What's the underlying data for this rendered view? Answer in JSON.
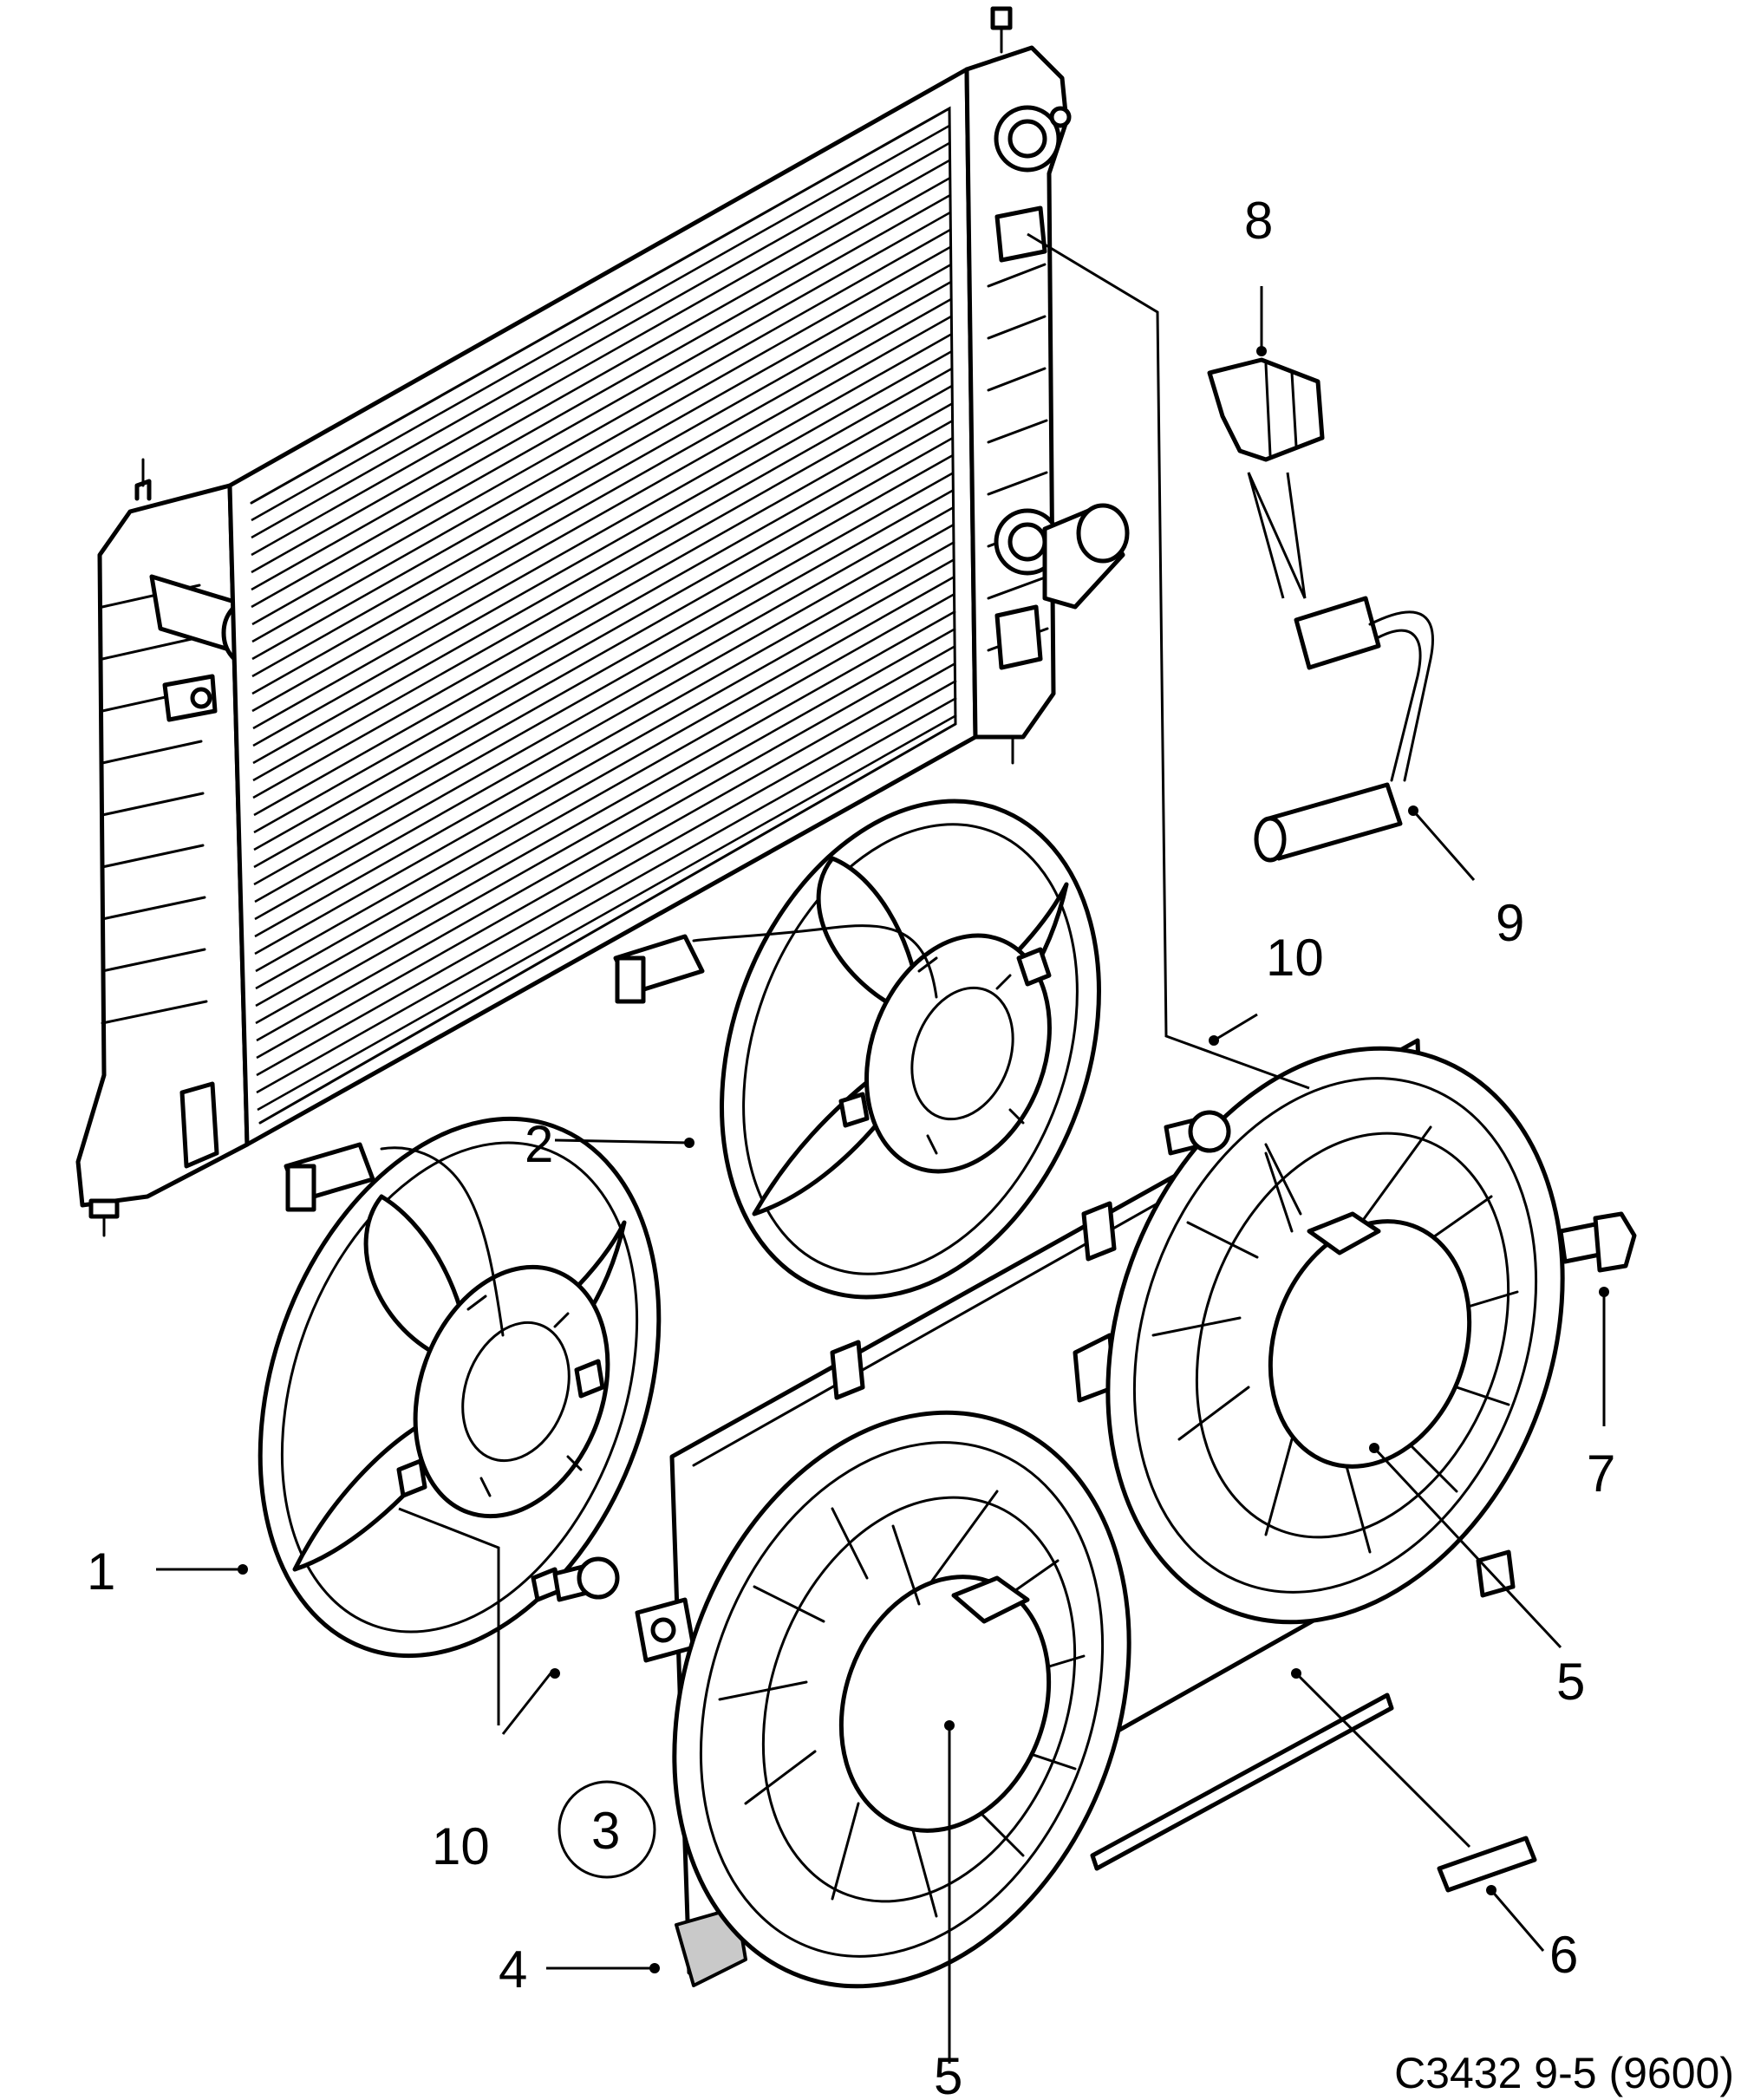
{
  "diagram": {
    "reference_code": "C3432 9-5 (9600)",
    "callouts": [
      {
        "id": "c1",
        "label": "1"
      },
      {
        "id": "c2",
        "label": "2"
      },
      {
        "id": "c3",
        "label": "3",
        "circled": true
      },
      {
        "id": "c4",
        "label": "4"
      },
      {
        "id": "c5a",
        "label": "5"
      },
      {
        "id": "c5b",
        "label": "5"
      },
      {
        "id": "c6",
        "label": "6"
      },
      {
        "id": "c7",
        "label": "7"
      },
      {
        "id": "c8",
        "label": "8"
      },
      {
        "id": "c9",
        "label": "9"
      },
      {
        "id": "c10a",
        "label": "10"
      },
      {
        "id": "c10b",
        "label": "10"
      }
    ]
  }
}
